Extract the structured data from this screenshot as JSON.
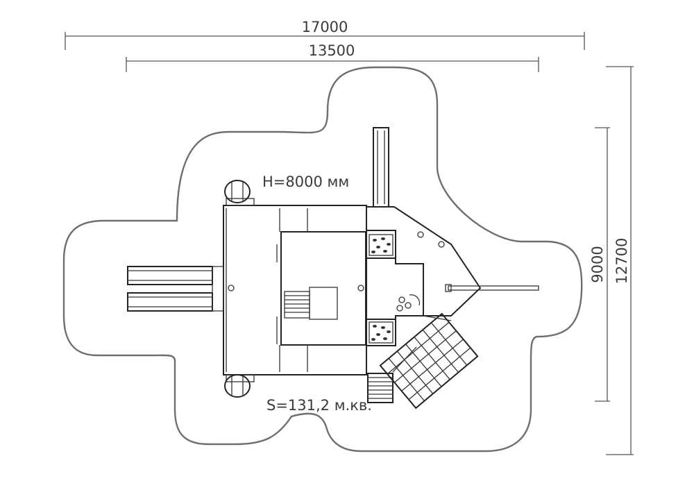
{
  "dimensions": {
    "overall_width": "17000",
    "frame_width": "13500",
    "frame_depth": "9000",
    "overall_depth": "12700"
  },
  "annotations": {
    "height": "H=8000 мм",
    "area": "S=131,2 м.кв."
  },
  "colors": {
    "lines": "#222222",
    "safety_zone": "#6e6e6e",
    "dimension_lines": "#555555"
  }
}
